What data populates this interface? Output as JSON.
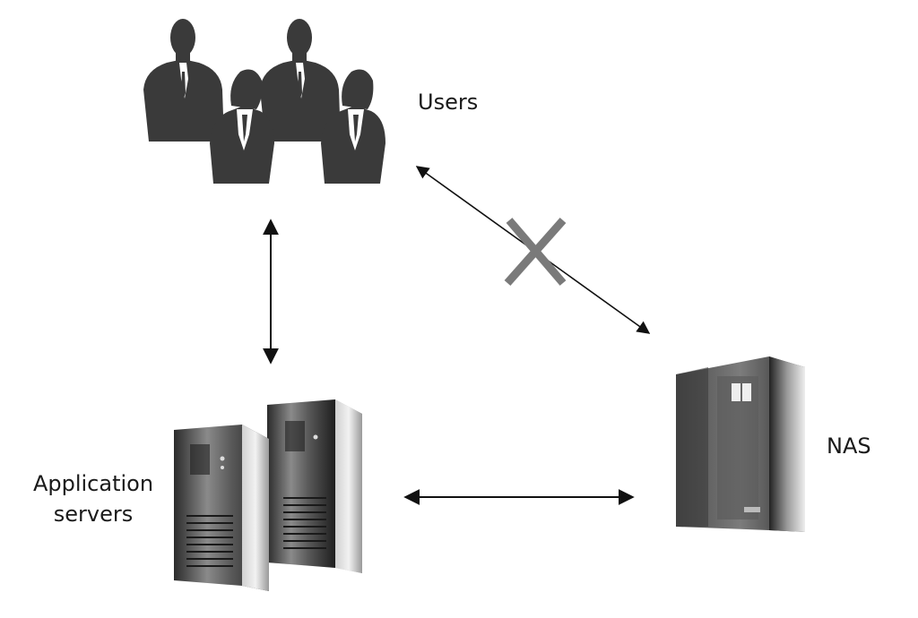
{
  "labels": {
    "users": "Users",
    "nas": "NAS",
    "app_servers_line1": "Application",
    "app_servers_line2": "servers"
  },
  "nodes": [
    {
      "id": "users",
      "icon": "users-group-icon"
    },
    {
      "id": "application-servers",
      "icon": "tower-server-icon"
    },
    {
      "id": "nas",
      "icon": "nas-device-icon"
    }
  ],
  "connections": [
    {
      "from": "users",
      "to": "application-servers",
      "style": "bidirectional",
      "blocked": false
    },
    {
      "from": "application-servers",
      "to": "nas",
      "style": "bidirectional",
      "blocked": false
    },
    {
      "from": "users",
      "to": "nas",
      "style": "bidirectional",
      "blocked": true,
      "blocked_marker": "X"
    }
  ],
  "colors": {
    "silhouette": "#3a3a3a",
    "arrow": "#111111",
    "blocked_marker": "#7a7a7a",
    "label": "#1a1a1a"
  }
}
